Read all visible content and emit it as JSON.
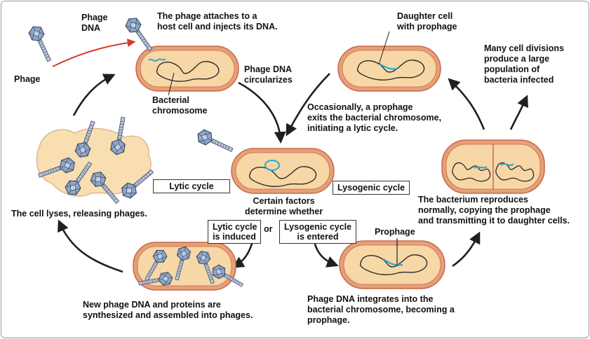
{
  "labels": {
    "phage_dna": [
      "Phage",
      "DNA"
    ],
    "phage": "Phage",
    "attach": [
      "The phage attaches to a",
      "host cell and injects its DNA."
    ],
    "bacterial_chromosome": [
      "Bacterial",
      "chromosome"
    ],
    "circularizes": [
      "Phage DNA",
      "circularizes"
    ],
    "daughter_cell": [
      "Daughter cell",
      "with prophage"
    ],
    "many_divisions": [
      "Many cell divisions",
      "produce a large",
      "population of",
      "bacteria infected"
    ],
    "occasionally": [
      "Occasionally, a prophage",
      "exits the bacterial chromosome,",
      "initiating a lytic cycle."
    ],
    "lytic_cycle": "Lytic cycle",
    "lysogenic_cycle": "Lysogenic cycle",
    "certain_factors": [
      "Certain factors",
      "determine whether"
    ],
    "cell_lyses": "The cell lyses, releasing phages.",
    "lytic_induced": [
      "Lytic cycle",
      "is induced"
    ],
    "or": "or",
    "lysogenic_entered": [
      "Lysogenic cycle",
      "is entered"
    ],
    "prophage": "Prophage",
    "bacterium_reproduces": [
      "The bacterium reproduces",
      "normally, copying the prophage",
      "and transmitting it to daughter cells."
    ],
    "new_phage": [
      "New phage DNA and proteins are",
      "synthesized and assembled into phages."
    ],
    "integrates": [
      "Phage DNA integrates into the",
      "bacterial chromosome, becoming a",
      "prophage."
    ]
  },
  "colors": {
    "cell_fill": "#f7d7a6",
    "cell_outer": "#e5a078",
    "cell_rim": "#c8684a",
    "lysed_fill": "#f8deb0",
    "chromosome": "#2a2a2a",
    "phage_dna": "#2aa6d6",
    "phage_head": "#8fa6c6",
    "phage_tail": "#b8c3d6",
    "red_arrow": "#d83a2e",
    "arrow": "#1f1f1f"
  }
}
